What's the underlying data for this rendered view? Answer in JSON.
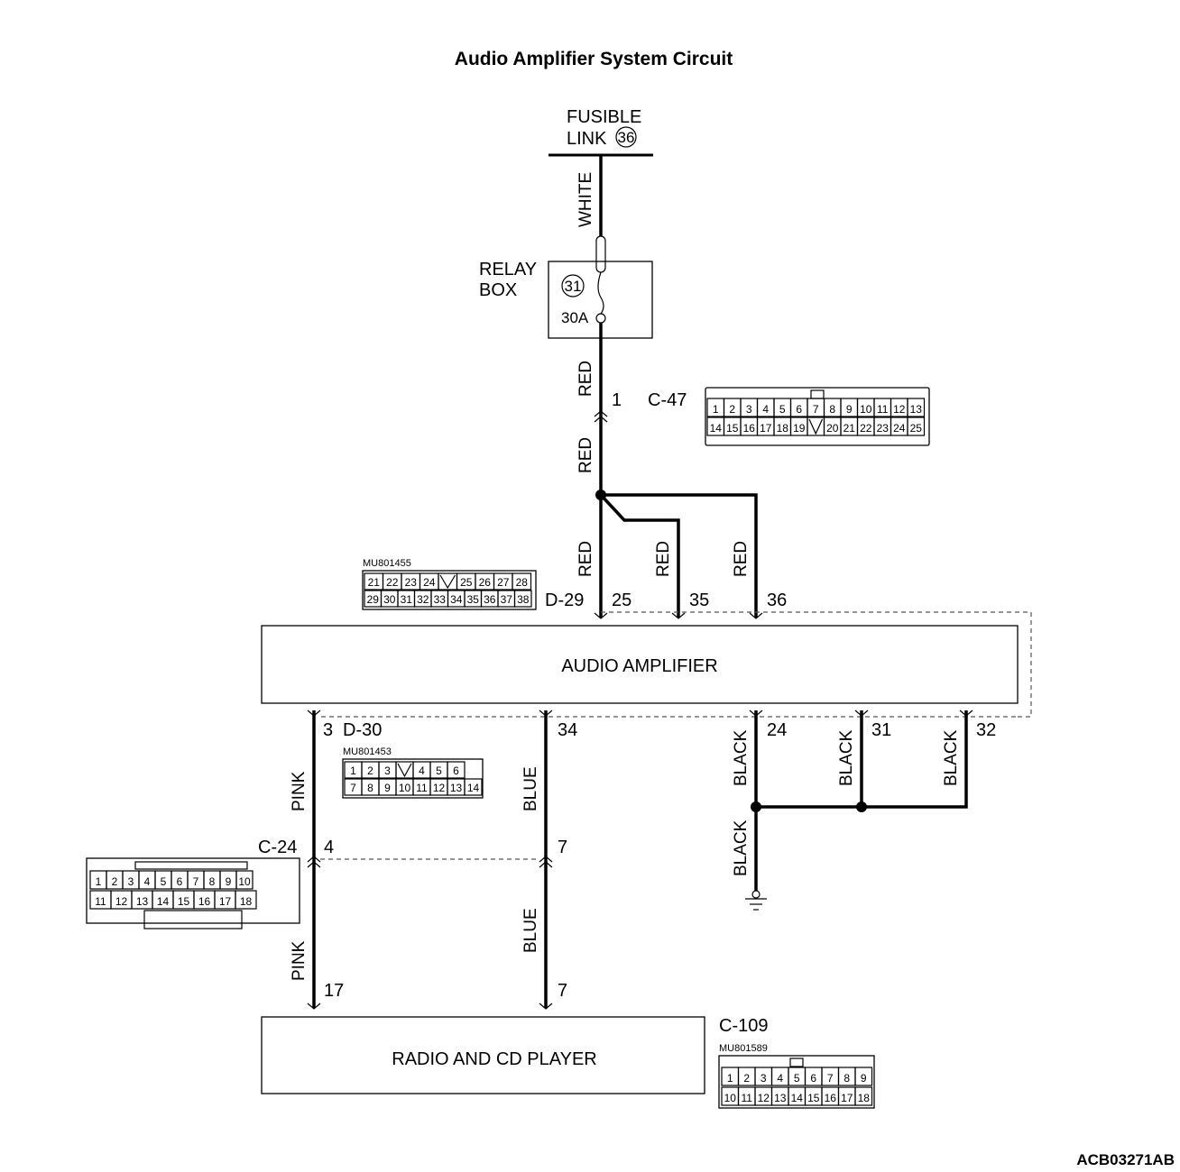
{
  "title": "Audio Amplifier System Circuit",
  "figure_code": "ACB03271AB",
  "fusible_link": {
    "line1": "FUSIBLE",
    "line2": "LINK",
    "number": "36"
  },
  "relay_box": {
    "line1": "RELAY",
    "line2": "BOX",
    "fuse_number": "31",
    "fuse_rating": "30A"
  },
  "wire_colors": {
    "white": "WHITE",
    "red": "RED",
    "pink": "PINK",
    "blue": "BLUE",
    "black": "BLACK"
  },
  "components": {
    "amplifier": "AUDIO AMPLIFIER",
    "radio": "RADIO AND CD PLAYER"
  },
  "connectors": {
    "c47": {
      "name": "C-47",
      "pin": "1",
      "row1": [
        "1",
        "2",
        "3",
        "4",
        "5",
        "6",
        "7",
        "8",
        "9",
        "10",
        "11",
        "12",
        "13"
      ],
      "row2": [
        "14",
        "15",
        "16",
        "17",
        "18",
        "19",
        "",
        "20",
        "21",
        "22",
        "23",
        "24",
        "25"
      ]
    },
    "d29": {
      "name": "D-29",
      "part": "MU801455",
      "pins": [
        "25",
        "35",
        "36"
      ],
      "row1": [
        "21",
        "22",
        "23",
        "24",
        "",
        "25",
        "26",
        "27",
        "28"
      ],
      "row2": [
        "29",
        "30",
        "31",
        "32",
        "33",
        "34",
        "35",
        "36",
        "37",
        "38"
      ]
    },
    "d30": {
      "name": "D-30",
      "part": "MU801453",
      "pins": [
        "3",
        "34",
        "24",
        "31",
        "32"
      ],
      "row1": [
        "1",
        "2",
        "3",
        "",
        "4",
        "5",
        "6"
      ],
      "row2": [
        "7",
        "8",
        "9",
        "10",
        "11",
        "12",
        "13",
        "14"
      ]
    },
    "c24": {
      "name": "C-24",
      "pins": [
        "4",
        "7"
      ],
      "row1": [
        "1",
        "2",
        "3",
        "4",
        "5",
        "6",
        "7",
        "8",
        "9",
        "10"
      ],
      "row2": [
        "11",
        "12",
        "13",
        "14",
        "15",
        "16",
        "17",
        "18"
      ]
    },
    "c109": {
      "name": "C-109",
      "part": "MU801589",
      "pins": [
        "17",
        "7"
      ],
      "row1": [
        "1",
        "2",
        "3",
        "4",
        "5",
        "6",
        "7",
        "8",
        "9"
      ],
      "row2": [
        "10",
        "11",
        "12",
        "13",
        "14",
        "15",
        "16",
        "17",
        "18"
      ]
    }
  }
}
